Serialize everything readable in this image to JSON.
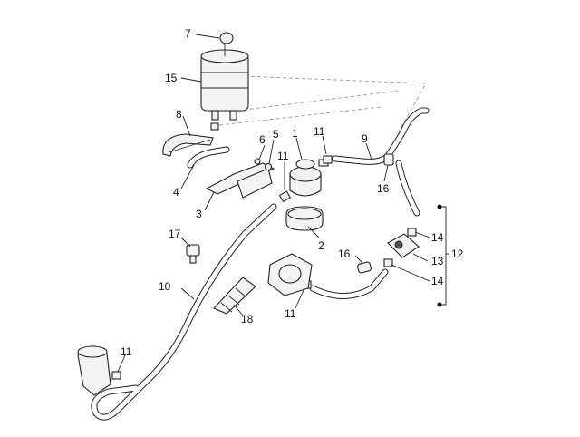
{
  "labels": {
    "p7": "7",
    "p15": "15",
    "p8": "8",
    "p4": "4",
    "p3": "3",
    "p6": "6",
    "p5": "5",
    "p1": "1",
    "p11a": "11",
    "p11b": "11",
    "p9": "9",
    "p16a": "16",
    "p2": "2",
    "p17": "17",
    "p16b": "16",
    "p14a": "14",
    "p12": "12",
    "p13": "13",
    "p14b": "14",
    "p10": "10",
    "p18": "18",
    "p11c": "11",
    "p11d": "11"
  },
  "colors": {
    "line": "#222222",
    "fill": "#f3f3f3",
    "dash": "#999999",
    "background": "#ffffff"
  }
}
